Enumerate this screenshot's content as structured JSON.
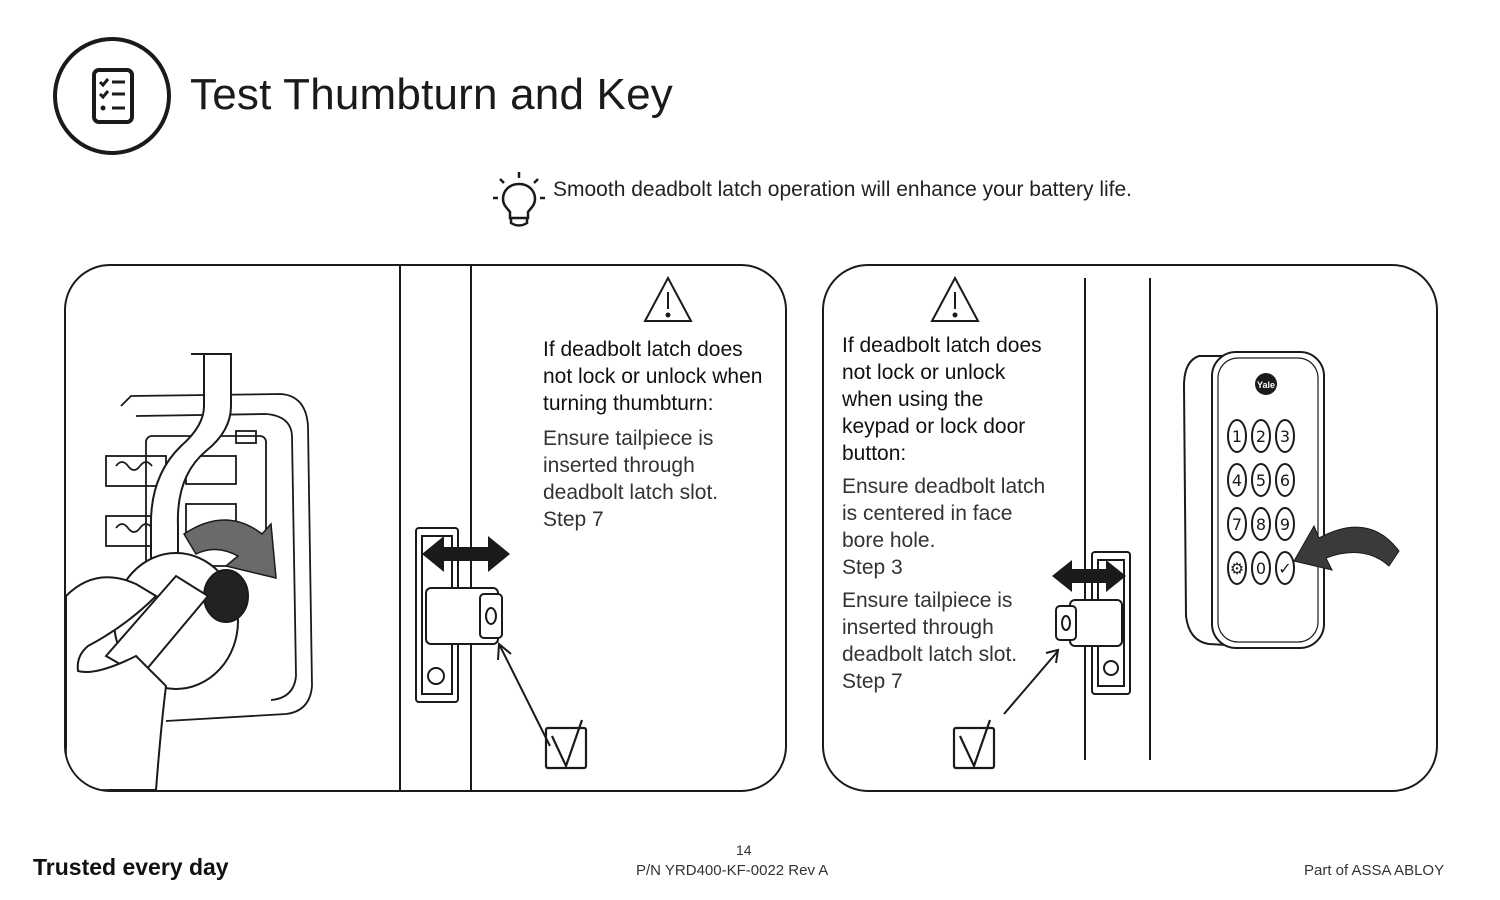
{
  "header": {
    "title": "Test Thumbturn and Key",
    "badge_icon": "checklist-icon"
  },
  "tip": {
    "icon": "lightbulb-icon",
    "text": "Smooth deadbolt latch operation will enhance your battery life."
  },
  "panels": [
    {
      "warning_icon": "warning-triangle-icon",
      "heading": "If deadbolt latch does not lock or unlock when turning thumbturn:",
      "instructions": [
        {
          "text": "Ensure tailpiece is inserted through deadbolt latch slot.",
          "step": "Step 7"
        }
      ],
      "check_icon": "checkbox-check-icon"
    },
    {
      "warning_icon": "warning-triangle-icon",
      "heading": "If deadbolt latch does not lock or unlock when using the keypad or lock door button:",
      "instructions": [
        {
          "text": "Ensure deadbolt latch is centered in face bore hole.",
          "step": "Step 3"
        },
        {
          "text": "Ensure tailpiece is inserted through deadbolt latch slot.",
          "step": "Step 7"
        }
      ],
      "check_icon": "checkbox-check-icon",
      "keypad_keys": [
        "1",
        "2",
        "3",
        "4",
        "5",
        "6",
        "7",
        "8",
        "9",
        "⚙",
        "0",
        "✓"
      ],
      "keypad_logo": "Yale"
    }
  ],
  "footer": {
    "tagline": "Trusted every day",
    "page_number": "14",
    "part_number": "P/N YRD400-KF-0022  Rev A",
    "company": "Part of ASSA ABLOY"
  },
  "colors": {
    "ink": "#1a1a1a",
    "arrow_fill": "#3a3a3a"
  }
}
